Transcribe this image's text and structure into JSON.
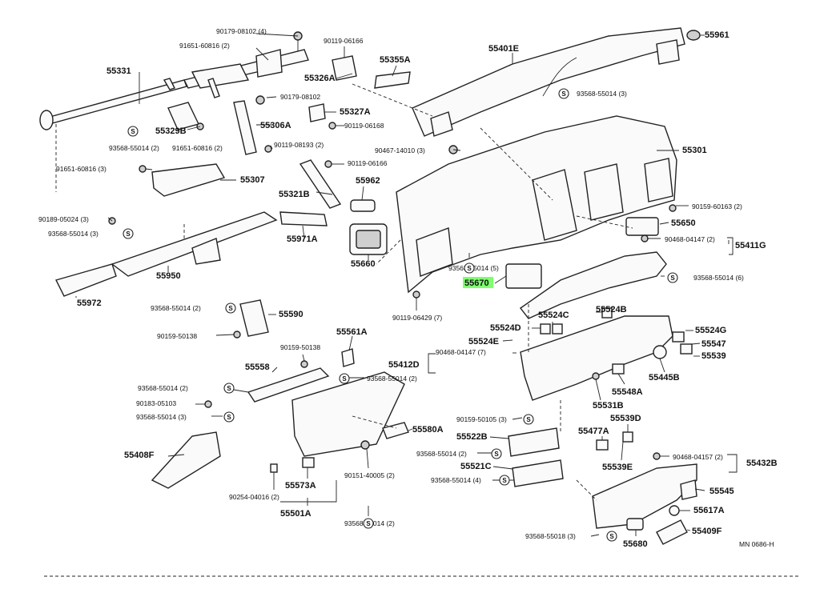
{
  "diagram_code": "MN 0686-H",
  "symbol_s": "S",
  "labels": [
    {
      "id": "l1",
      "text": "90179-08102 (4)"
    },
    {
      "id": "l2",
      "text": "90119-06166"
    },
    {
      "id": "l3",
      "text": "91651-60816 (2)"
    },
    {
      "id": "l4",
      "text": "55355A"
    },
    {
      "id": "l5",
      "text": "55401E"
    },
    {
      "id": "l6",
      "text": "55961"
    },
    {
      "id": "l7",
      "text": "55331"
    },
    {
      "id": "l8",
      "text": "55326A"
    },
    {
      "id": "l9",
      "text": "90179-08102"
    },
    {
      "id": "l10",
      "text": "93568-55014 (3)"
    },
    {
      "id": "l11",
      "text": "55327A"
    },
    {
      "id": "l12",
      "text": "55329B"
    },
    {
      "id": "l13",
      "text": "55306A"
    },
    {
      "id": "l14",
      "text": "90119-06168"
    },
    {
      "id": "l15",
      "text": "93568-55014 (2)"
    },
    {
      "id": "l16",
      "text": "91651-60816 (2)"
    },
    {
      "id": "l17",
      "text": "90119-08193 (2)"
    },
    {
      "id": "l18",
      "text": "90467-14010 (3)"
    },
    {
      "id": "l19",
      "text": "55301"
    },
    {
      "id": "l20",
      "text": "91651-60816 (3)"
    },
    {
      "id": "l21",
      "text": "90119-06166"
    },
    {
      "id": "l22",
      "text": "55307"
    },
    {
      "id": "l23",
      "text": "55962"
    },
    {
      "id": "l24",
      "text": "55321B"
    },
    {
      "id": "l25",
      "text": "90159-60163 (2)"
    },
    {
      "id": "l26",
      "text": "90189-05024 (3)"
    },
    {
      "id": "l27",
      "text": "55650"
    },
    {
      "id": "l28",
      "text": "93568-55014 (3)"
    },
    {
      "id": "l29",
      "text": "55971A"
    },
    {
      "id": "l30",
      "text": "90468-04147 (2)"
    },
    {
      "id": "l31",
      "text": "55411G"
    },
    {
      "id": "l32",
      "text": "55660"
    },
    {
      "id": "l33",
      "text": "93568-55014 (5)"
    },
    {
      "id": "l34",
      "text": "55950"
    },
    {
      "id": "l35",
      "text": "55670"
    },
    {
      "id": "l36",
      "text": "93568-55014 (6)"
    },
    {
      "id": "l37",
      "text": "55972"
    },
    {
      "id": "l38",
      "text": "90119-06429 (7)"
    },
    {
      "id": "l39",
      "text": "93568-55014 (2)"
    },
    {
      "id": "l40",
      "text": "55590"
    },
    {
      "id": "l41",
      "text": "55524C"
    },
    {
      "id": "l42",
      "text": "55524B"
    },
    {
      "id": "l43",
      "text": "90159-50138"
    },
    {
      "id": "l44",
      "text": "55561A"
    },
    {
      "id": "l45",
      "text": "55524D"
    },
    {
      "id": "l46",
      "text": "55524E"
    },
    {
      "id": "l47",
      "text": "55524G"
    },
    {
      "id": "l48",
      "text": "90159-50138"
    },
    {
      "id": "l49",
      "text": "55412D"
    },
    {
      "id": "l50",
      "text": "90468-04147 (7)"
    },
    {
      "id": "l51",
      "text": "55547"
    },
    {
      "id": "l52",
      "text": "55558"
    },
    {
      "id": "l53",
      "text": "55539"
    },
    {
      "id": "l54",
      "text": "93568-55014 (2)"
    },
    {
      "id": "l55",
      "text": "55445B"
    },
    {
      "id": "l56",
      "text": "93568-55014 (2)"
    },
    {
      "id": "l57",
      "text": "55548A"
    },
    {
      "id": "l58",
      "text": "90183-05103"
    },
    {
      "id": "l59",
      "text": "55531B"
    },
    {
      "id": "l60",
      "text": "93568-55014 (3)"
    },
    {
      "id": "l61",
      "text": "90159-50105 (3)"
    },
    {
      "id": "l62",
      "text": "55580A"
    },
    {
      "id": "l63",
      "text": "55539D"
    },
    {
      "id": "l64",
      "text": "55477A"
    },
    {
      "id": "l65",
      "text": "55522B"
    },
    {
      "id": "l66",
      "text": "55408F"
    },
    {
      "id": "l67",
      "text": "93568-55014 (2)"
    },
    {
      "id": "l68",
      "text": "90468-04157 (2)"
    },
    {
      "id": "l69",
      "text": "55432B"
    },
    {
      "id": "l70",
      "text": "55539E"
    },
    {
      "id": "l71",
      "text": "55521C"
    },
    {
      "id": "l72",
      "text": "90151-40005 (2)"
    },
    {
      "id": "l73",
      "text": "93568-55014 (4)"
    },
    {
      "id": "l74",
      "text": "55573A"
    },
    {
      "id": "l75",
      "text": "55545"
    },
    {
      "id": "l76",
      "text": "90254-04016 (2)"
    },
    {
      "id": "l77",
      "text": "55617A"
    },
    {
      "id": "l78",
      "text": "55501A"
    },
    {
      "id": "l79",
      "text": "93568-55014 (2)"
    },
    {
      "id": "l80",
      "text": "55409F"
    },
    {
      "id": "l81",
      "text": "93568-55018 (3)"
    },
    {
      "id": "l82",
      "text": "55680"
    }
  ],
  "highlight_color": "#7dff6e",
  "line_color": "#222222"
}
